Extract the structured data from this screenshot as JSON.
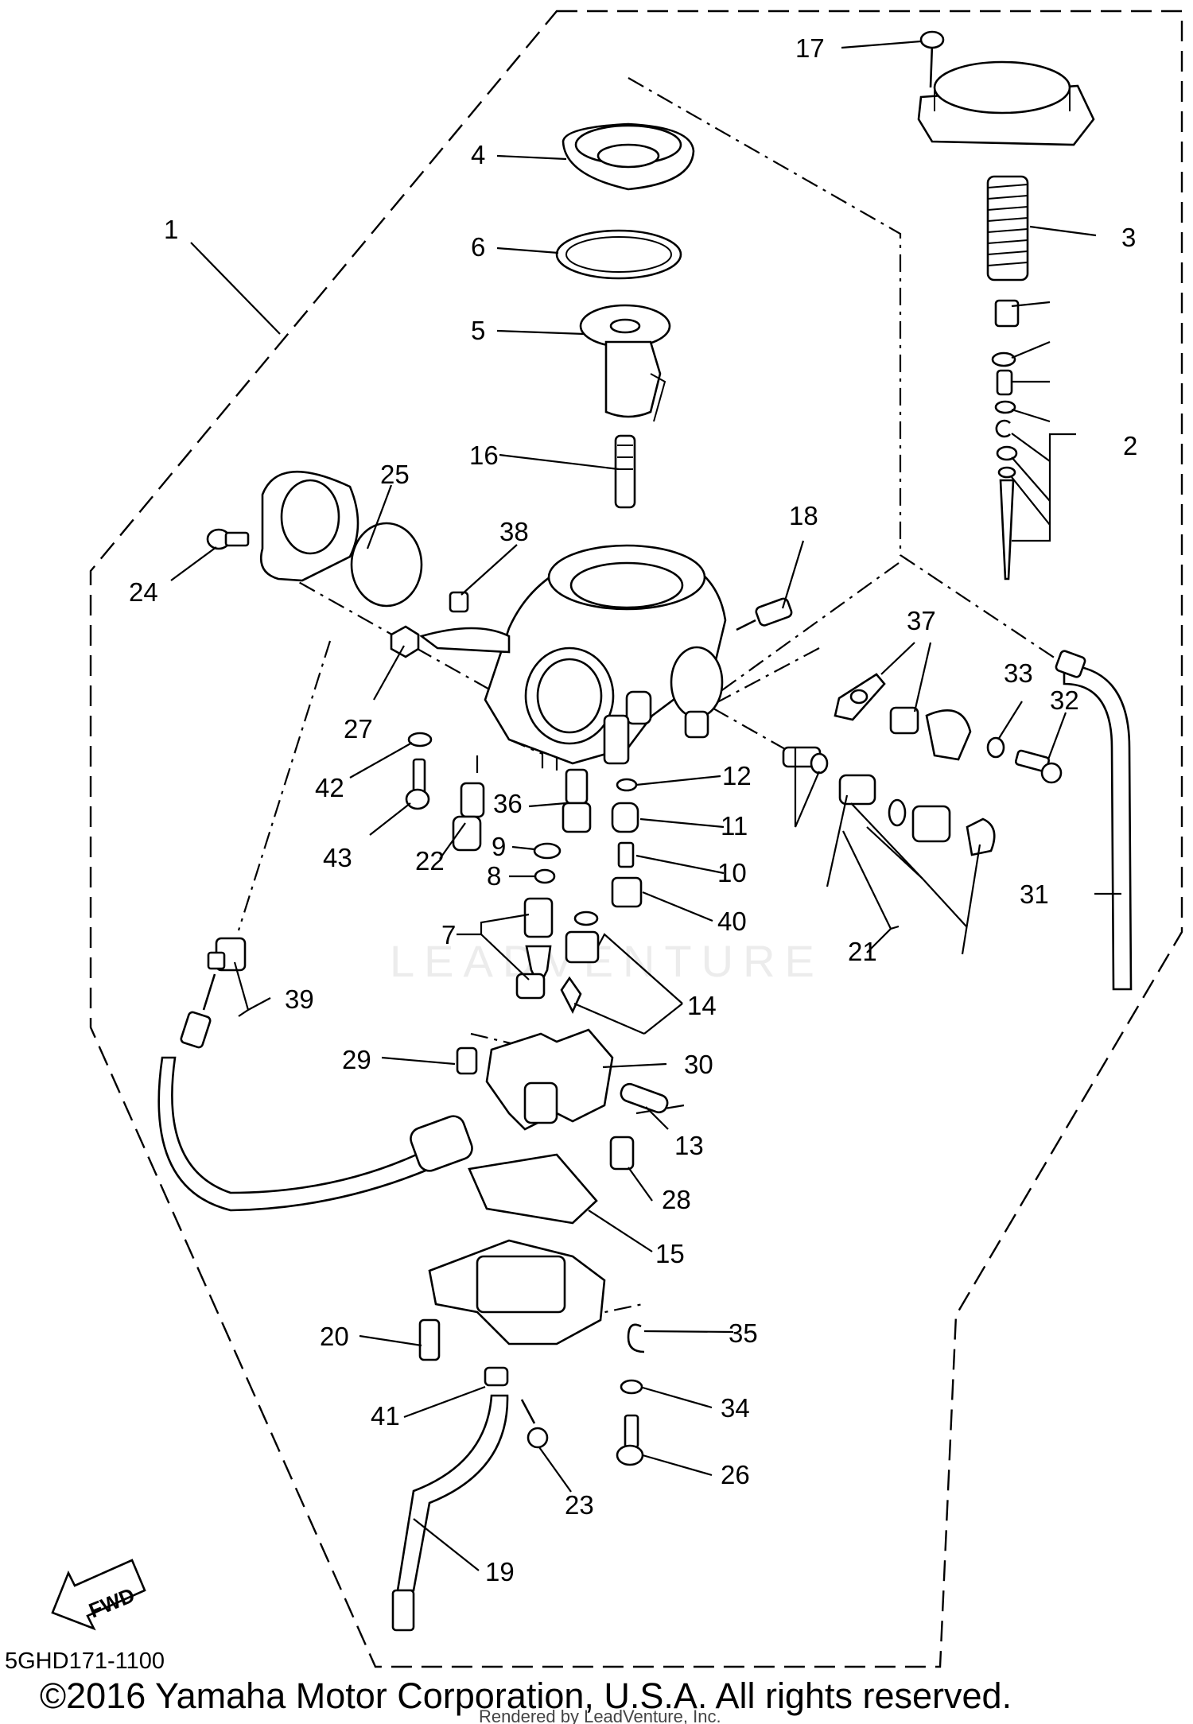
{
  "diagram": {
    "part_labels": {
      "p1": "1",
      "p2": "2",
      "p3": "3",
      "p4": "4",
      "p5": "5",
      "p6": "6",
      "p7": "7",
      "p8": "8",
      "p9": "9",
      "p10": "10",
      "p11": "11",
      "p12": "12",
      "p13": "13",
      "p14": "14",
      "p15": "15",
      "p16": "16",
      "p17": "17",
      "p18": "18",
      "p19": "19",
      "p20": "20",
      "p21": "21",
      "p22": "22",
      "p23": "23",
      "p24": "24",
      "p25": "25",
      "p26": "26",
      "p27": "27",
      "p28": "28",
      "p29": "29",
      "p30": "30",
      "p31": "31",
      "p32": "32",
      "p33": "33",
      "p34": "34",
      "p35": "35",
      "p36": "36",
      "p37": "37",
      "p38": "38",
      "p39": "39",
      "p40": "40",
      "p41": "41",
      "p42": "42",
      "p43": "43"
    },
    "direction_arrow": "FWD",
    "diagram_code": "5GHD171-1100",
    "watermark": "LEADVENTURE"
  },
  "footer": {
    "copyright": "©2016 Yamaha Motor Corporation, U.S.A. All rights reserved.",
    "rendered_by": "Rendered by LeadVenture, Inc."
  }
}
